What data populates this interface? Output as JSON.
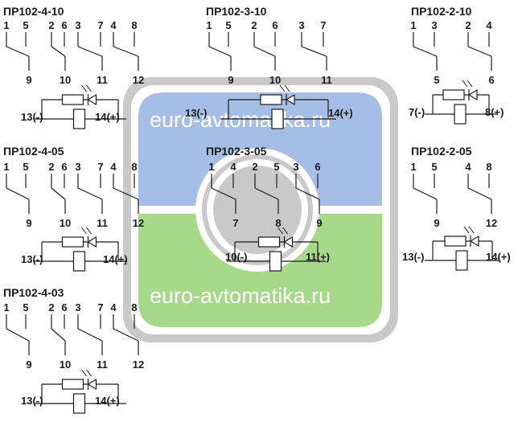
{
  "watermark": {
    "text": "euro-avtomatika.ru",
    "colors": {
      "frame": "#c9c9c9",
      "top": "#a6bde6",
      "bottom": "#a6d98a",
      "disc": "#c9c9c9"
    }
  },
  "diagrams": [
    {
      "id": "pr102-4-10",
      "title": "ПР102-4-10",
      "top": [
        "1",
        "5",
        "2",
        "6",
        "3",
        "7",
        "4",
        "8"
      ],
      "common": [
        "9",
        "10",
        "11",
        "12"
      ],
      "minus": "13(-)",
      "plus": "14(+)"
    },
    {
      "id": "pr102-3-10",
      "title": "ПР102-3-10",
      "top": [
        "1",
        "5",
        "2",
        "6",
        "3",
        "7"
      ],
      "common": [
        "9",
        "10",
        "11"
      ],
      "minus": "13(-)",
      "plus": "14(+)"
    },
    {
      "id": "pr102-2-10",
      "title": "ПР102-2-10",
      "top": [
        "1",
        "3",
        "2",
        "4"
      ],
      "common": [
        "5",
        "6"
      ],
      "minus": "7(-)",
      "plus": "8(+)"
    },
    {
      "id": "pr102-4-05",
      "title": "ПР102-4-05",
      "top": [
        "1",
        "5",
        "2",
        "6",
        "3",
        "7",
        "4",
        "8"
      ],
      "common": [
        "9",
        "10",
        "11",
        "12"
      ],
      "minus": "13(-)",
      "plus": "14(+)"
    },
    {
      "id": "pr102-3-05",
      "title": "ПР102-3-05",
      "top": [
        "1",
        "4",
        "2",
        "5",
        "3",
        "6"
      ],
      "common": [
        "7",
        "8",
        "9"
      ],
      "minus": "10(-)",
      "plus": "11(+)"
    },
    {
      "id": "pr102-2-05",
      "title": "ПР102-2-05",
      "top": [
        "1",
        "5",
        "4",
        "8"
      ],
      "common": [
        "9",
        "12"
      ],
      "minus": "13(-)",
      "plus": "14(+)"
    },
    {
      "id": "pr102-4-03",
      "title": "ПР102-4-03",
      "top": [
        "1",
        "5",
        "2",
        "6",
        "3",
        "7",
        "4",
        "8"
      ],
      "common": [
        "9",
        "10",
        "11",
        "12"
      ],
      "minus": "13(-)",
      "plus": "14(+)"
    }
  ]
}
